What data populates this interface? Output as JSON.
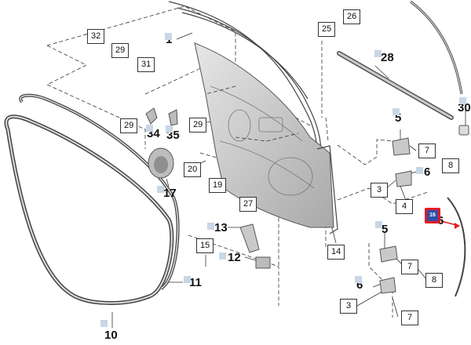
{
  "callouts": {
    "c1": "1",
    "c2": "3",
    "c3": "3",
    "c4": "4",
    "c5": "5",
    "c6": "5",
    "c7": "6",
    "c8": "6",
    "c9": "6",
    "c10": "7",
    "c11": "7",
    "c12": "7",
    "c13": "8",
    "c14": "8",
    "c15": "10",
    "c16": "11",
    "c17": "12",
    "c18": "13",
    "c19": "14",
    "c20": "15",
    "c21": "16",
    "c22": "17",
    "c23": "19",
    "c24": "20",
    "c25": "25",
    "c26": "26",
    "c27": "27",
    "c28": "28",
    "c29": "29",
    "c30": "29",
    "c31": "29",
    "c32": "30",
    "c33": "31",
    "c34": "32",
    "c35": "34",
    "c36": "35"
  },
  "colors": {
    "line": "#333333",
    "part_fill": "#cfcfcf",
    "highlight": "#e11b22",
    "chip": "#c9d6e6"
  },
  "icons": {
    "highlight": "highlight-marker-icon"
  }
}
